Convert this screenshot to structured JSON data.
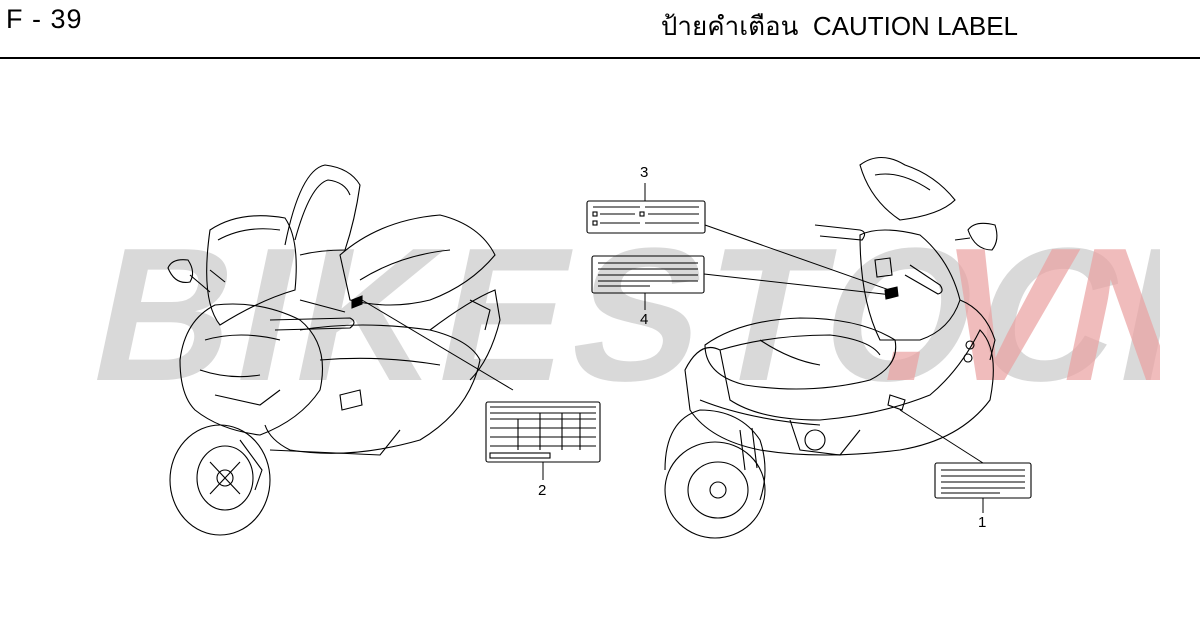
{
  "header": {
    "page_code": "F - 39",
    "title": "ป้ายคำเตือน  CAUTION LABEL"
  },
  "watermark": {
    "text_main": "BIKESTOCK",
    "text_accent": ".VN",
    "color_main": "#b9b9b9",
    "color_accent": "#e9a0a0"
  },
  "callouts": [
    {
      "number": "1",
      "part": "caution-label-1"
    },
    {
      "number": "2",
      "part": "caution-label-2"
    },
    {
      "number": "3",
      "part": "caution-label-3"
    },
    {
      "number": "4",
      "part": "caution-label-4"
    }
  ],
  "colors": {
    "line": "#000000",
    "background": "#ffffff"
  }
}
